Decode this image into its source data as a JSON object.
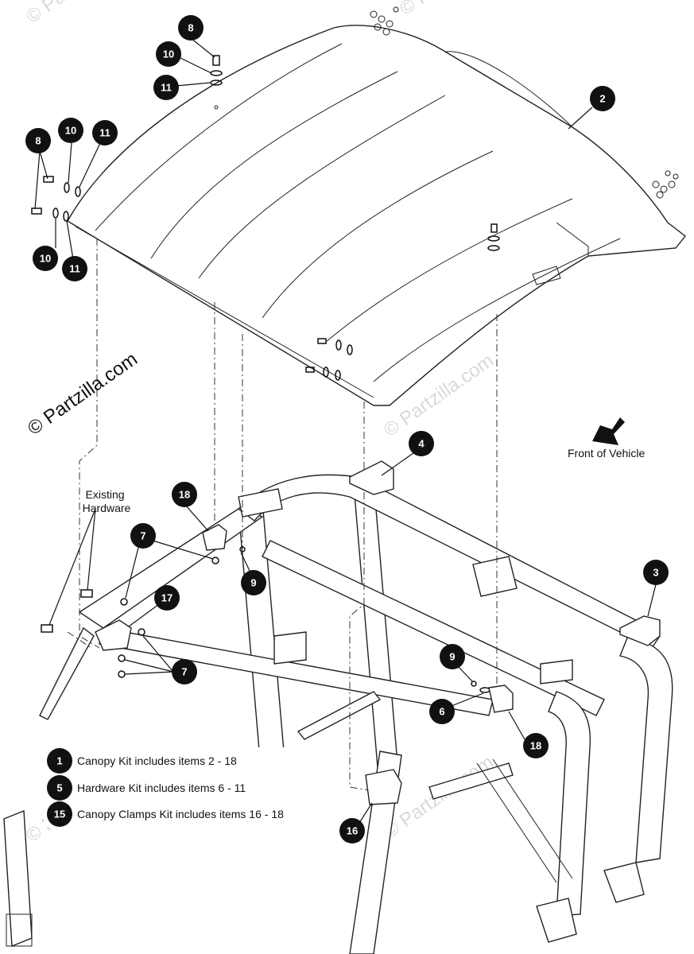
{
  "watermark": "© Partzilla.com",
  "front_label": "Front of Vehicle",
  "existing_hardware_label": "Existing\nHardware",
  "callout_numbers": {
    "canopy": "2",
    "bracket_right": "3",
    "bracket_rear": "4",
    "washer_a": "6",
    "bolt_a": "7",
    "bolt_b": "8",
    "nut": "9",
    "washer_b": "10",
    "washer_c": "11",
    "clamp_a": "16",
    "clamp_b": "17",
    "clamp_c": "18"
  },
  "legend": [
    {
      "num": "1",
      "text": "Canopy Kit includes items 2 - 18"
    },
    {
      "num": "5",
      "text": "Hardware Kit includes items 6 - 11"
    },
    {
      "num": "15",
      "text": "Canopy Clamps Kit includes items 16 - 18"
    }
  ]
}
